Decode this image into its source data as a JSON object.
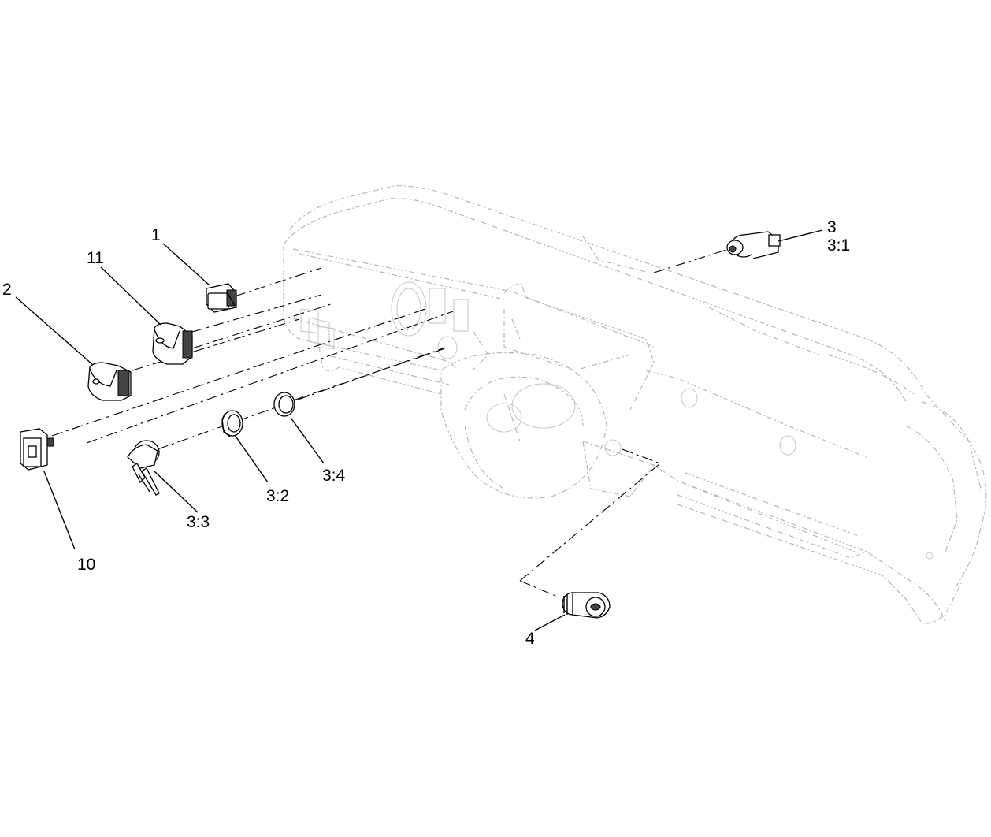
{
  "diagram": {
    "callouts": [
      {
        "id": "c1",
        "text": "1"
      },
      {
        "id": "c11",
        "text": "11"
      },
      {
        "id": "c2",
        "text": "2"
      },
      {
        "id": "c3",
        "text": "3"
      },
      {
        "id": "c31",
        "text": "3:1"
      },
      {
        "id": "c32",
        "text": "3:2"
      },
      {
        "id": "c33",
        "text": "3:3"
      },
      {
        "id": "c34",
        "text": "3:4"
      },
      {
        "id": "c10",
        "text": "10"
      },
      {
        "id": "c4",
        "text": "4"
      }
    ]
  }
}
